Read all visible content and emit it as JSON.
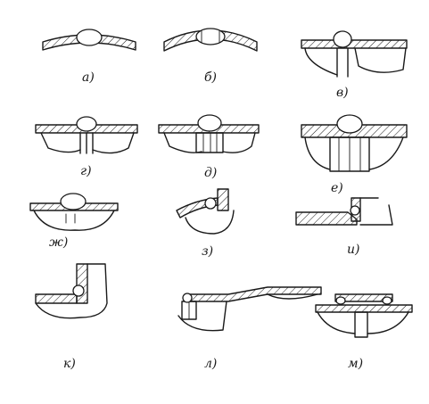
{
  "panels": [
    {
      "id": "a",
      "label": "а)"
    },
    {
      "id": "b",
      "label": "б)"
    },
    {
      "id": "v",
      "label": "в)"
    },
    {
      "id": "g",
      "label": "г)"
    },
    {
      "id": "d",
      "label": "д)"
    },
    {
      "id": "e",
      "label": "е)"
    },
    {
      "id": "zh",
      "label": "ж)"
    },
    {
      "id": "z",
      "label": "з)"
    },
    {
      "id": "i",
      "label": "и)"
    },
    {
      "id": "k",
      "label": "к)"
    },
    {
      "id": "l",
      "label": "л)"
    },
    {
      "id": "m",
      "label": "м)"
    }
  ]
}
